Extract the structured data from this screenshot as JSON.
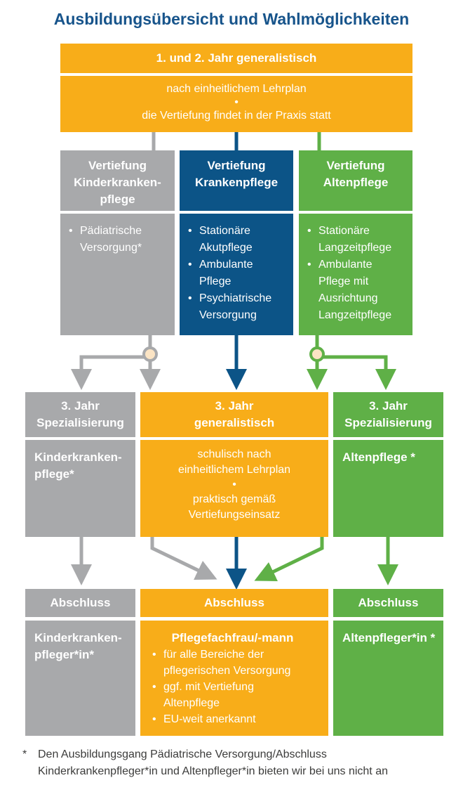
{
  "title": "Ausbildungsübersicht und Wahlmöglichkeiten",
  "top": {
    "header": "1. und 2. Jahr generalistisch",
    "line1": "nach einheitlichem Lehrplan",
    "bullet": "•",
    "line2": "die Vertiefung findet in der Praxis statt"
  },
  "vertiefung": {
    "kinder": {
      "header_l1": "Vertiefung",
      "header_l2": "Kinderkranken-",
      "header_l3": "pflege",
      "items": [
        "Pädiatrische Versorgung*"
      ]
    },
    "kranken": {
      "header_l1": "Vertiefung",
      "header_l2": "Krankenpflege",
      "items": [
        "Stationäre Akutpflege",
        "Ambulante Pflege",
        "Psychiatrische Versorgung"
      ]
    },
    "alten": {
      "header_l1": "Vertiefung",
      "header_l2": "Altenpflege",
      "items": [
        "Stationäre Langzeitpflege",
        "Ambulante Pflege mit Ausrichtung Langzeitpflege"
      ]
    }
  },
  "jahr3": {
    "left": {
      "header_l1": "3. Jahr",
      "header_l2": "Spezialisierung",
      "body_l1": "Kinderkranken-",
      "body_l2": "pflege*"
    },
    "mid": {
      "header_l1": "3. Jahr",
      "header_l2": "generalistisch",
      "body_l1": "schulisch nach",
      "body_l2": "einheitlichem Lehrplan",
      "bullet": "•",
      "body_l3": "praktisch gemäß",
      "body_l4": "Vertiefungseinsatz"
    },
    "right": {
      "header_l1": "3. Jahr",
      "header_l2": "Spezialisierung",
      "body_l1": "Altenpflege *"
    }
  },
  "abschluss": {
    "left": {
      "header": "Abschluss",
      "body_l1": "Kinderkranken-",
      "body_l2": "pfleger*in*"
    },
    "mid": {
      "header": "Abschluss",
      "title": "Pflegefachfrau/-mann",
      "items": [
        "für alle Bereiche der pflegerischen Versorgung",
        "ggf. mit Vertiefung Altenpflege",
        "EU-weit anerkannt"
      ]
    },
    "right": {
      "header": "Abschluss",
      "body_l1": "Altenpfleger*in *"
    }
  },
  "footnote": {
    "star": "*",
    "text": "Den Ausbildungsgang Pädiatrische Versorgung/Abschluss Kinderkrankenpfleger*in und Altenpfleger*in bieten wir bei uns nicht an"
  },
  "colors": {
    "title": "#17548b",
    "orange": "#f8ad19",
    "gray": "#a8a9ab",
    "blue": "#0c5487",
    "green": "#5fb047",
    "circle_fill": "#fbe4c4"
  }
}
